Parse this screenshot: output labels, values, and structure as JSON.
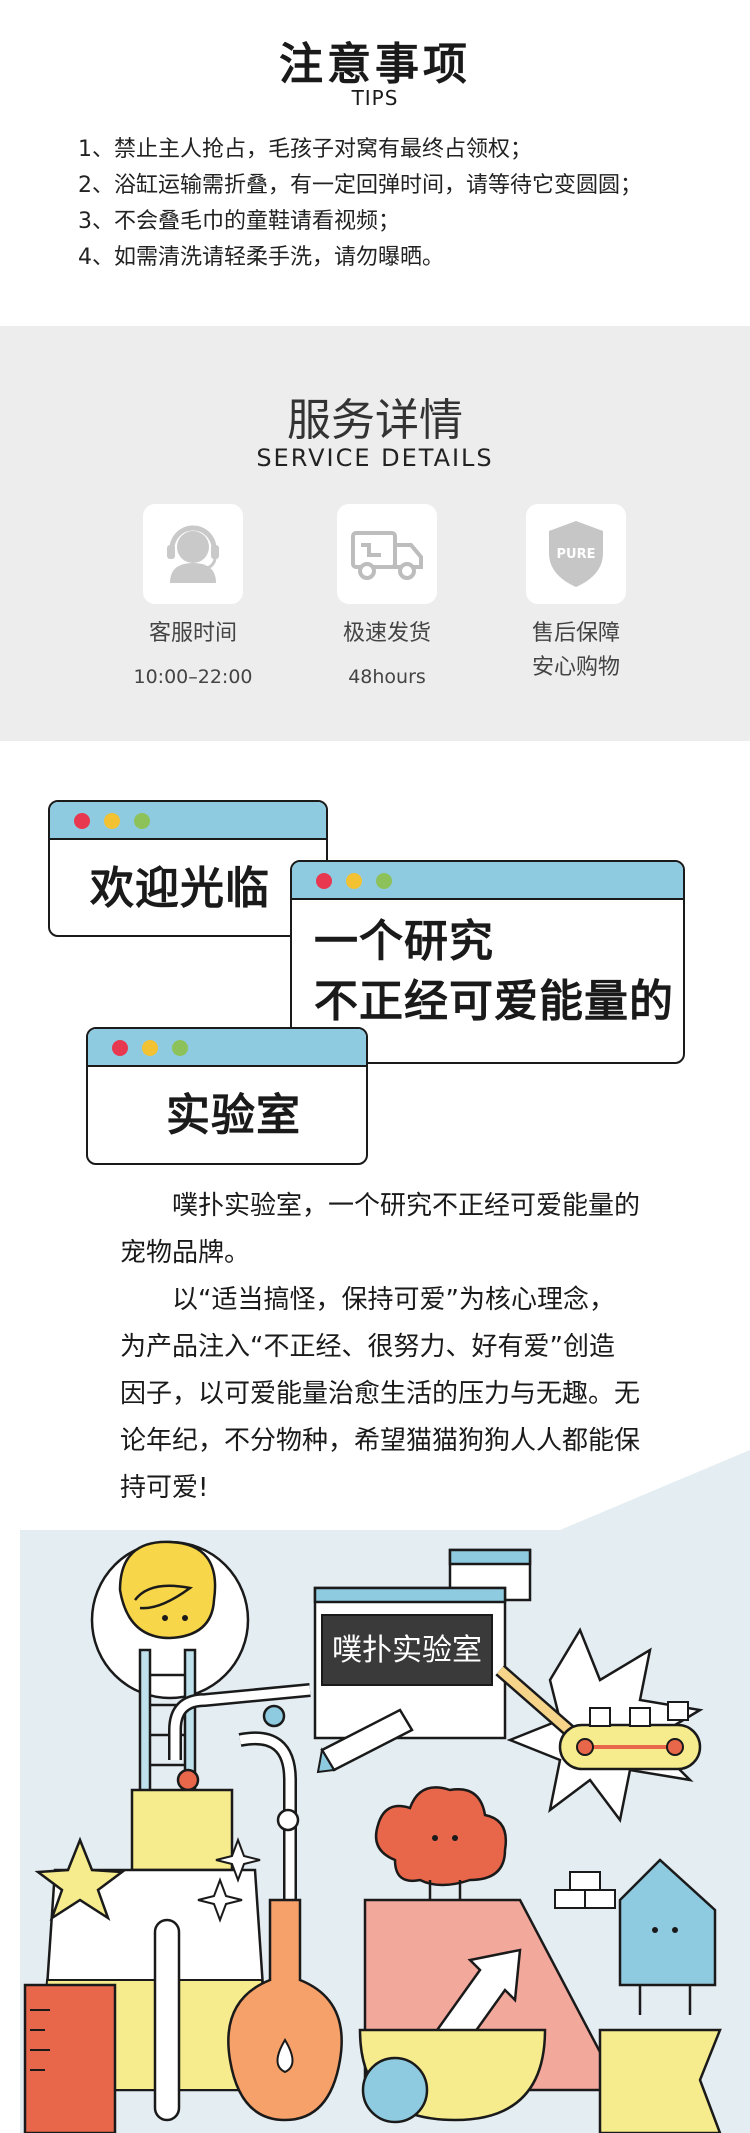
{
  "tips": {
    "title": "注意事项",
    "subtitle": "TIPS",
    "items": [
      "1、禁止主人抢占，毛孩子对窝有最终占领权；",
      "2、浴缸运输需折叠，有一定回弹时间，请等待它变圆圆；",
      "3、不会叠毛巾的童鞋请看视频；",
      "4、如需清洗请轻柔手洗，请勿曝晒。"
    ]
  },
  "service": {
    "title": "服务详情",
    "subtitle": "SERVICE DETAILS",
    "items": [
      {
        "icon": "headset-icon",
        "label": "客服时间",
        "detail": "10:00–22:00"
      },
      {
        "icon": "truck-icon",
        "label": "极速发货",
        "detail": "48hours"
      },
      {
        "icon": "shield-icon",
        "label": "售后保障",
        "detail": "安心购物",
        "badge": "PURE"
      }
    ]
  },
  "windows": {
    "win1": "欢迎光临",
    "win2_line1": "一个研究",
    "win2_line2": "不正经可爱能量的",
    "win3": "实验室"
  },
  "intro": {
    "p1": "噗扑实验室，一个研究不正经可爱能量的宠物品牌。",
    "p2": "以“适当搞怪，保持可爱”为核心理念，为产品注入“不正经、很努力、好有爱”创造因子，以可爱能量治愈生活的压力与无趣。无论年纪，不分物种，希望猫猫狗狗人人都能保持可爱!"
  },
  "illustration": {
    "screen_text": "噗扑实验室"
  },
  "colors": {
    "window_bar": "#8fcbe0",
    "dot_red": "#e8384f",
    "dot_yellow": "#f2c233",
    "dot_green": "#8dc25a",
    "service_bg": "#ededed",
    "cloud": "#e8664a",
    "pink_block": "#f3a89c",
    "yellow": "#f6eb8d"
  }
}
